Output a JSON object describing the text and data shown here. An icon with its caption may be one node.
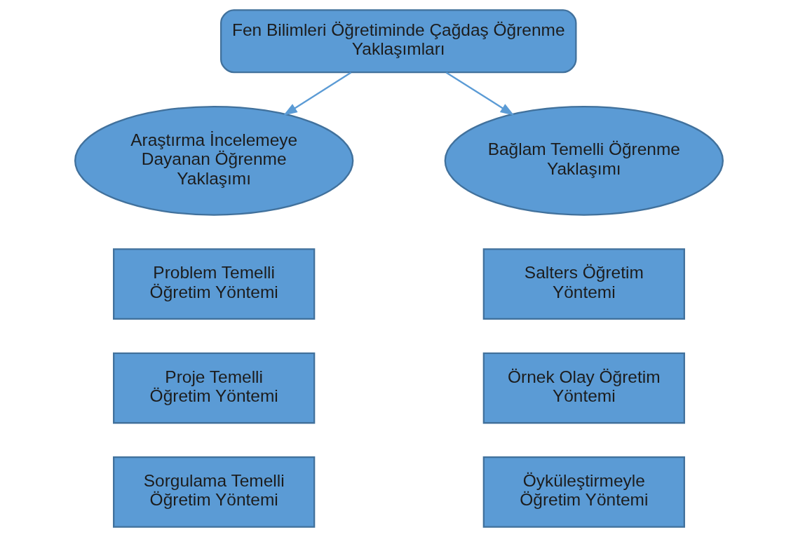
{
  "diagram": {
    "nodes": [
      {
        "text": [
          "Fen Bilimleri Öğretiminde Çağdaş Öğrenme Yaklaşımları"
        ]
      },
      {
        "text": [
          "Araştırma İncelemeye Dayanan Öğrenme Yaklaşımı"
        ]
      },
      {
        "text": [
          "Bağlam Temelli Öğrenme Yaklaşımı"
        ]
      },
      {
        "text": [
          "Problem Temelli Öğretim Yöntemi"
        ]
      },
      {
        "text": [
          "Proje Temelli Öğretim Yöntemi"
        ]
      },
      {
        "text": [
          "Sorgulama Temelli Öğretim Yöntemi"
        ]
      },
      {
        "text": [
          "Salters Öğretim Yöntemi"
        ]
      },
      {
        "text": [
          "Örnek Olay Öğretim Yöntemi"
        ]
      },
      {
        "text": [
          "Öyküleştirmeyle Öğretim Yöntemi"
        ]
      }
    ],
    "edges": [
      {
        "from": 0,
        "to": 1,
        "arrow": "to"
      },
      {
        "from": 0,
        "to": 2,
        "arrow": "to"
      }
    ]
  }
}
